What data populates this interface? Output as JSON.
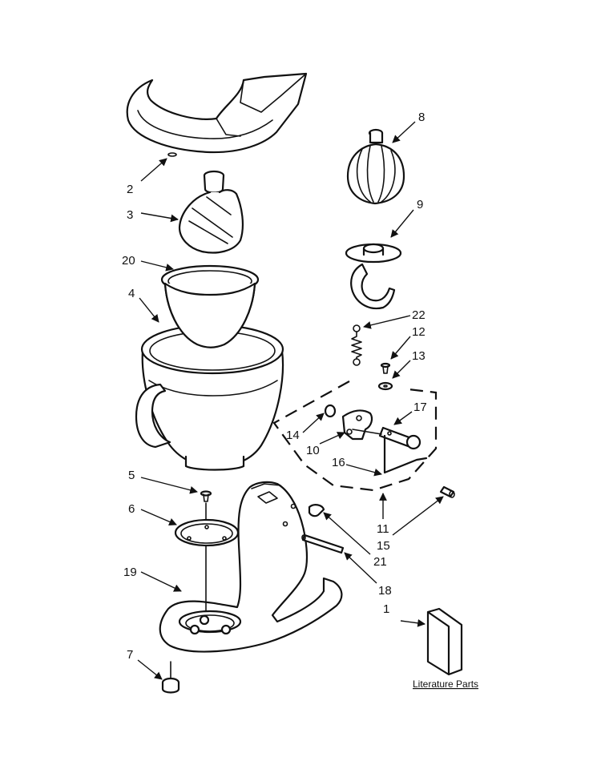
{
  "callouts": [
    "1",
    "2",
    "3",
    "4",
    "5",
    "6",
    "7",
    "8",
    "9",
    "10",
    "11",
    "12",
    "13",
    "14",
    "15",
    "16",
    "17",
    "18",
    "19",
    "20",
    "21",
    "22"
  ],
  "literature_label": "Literature Parts"
}
